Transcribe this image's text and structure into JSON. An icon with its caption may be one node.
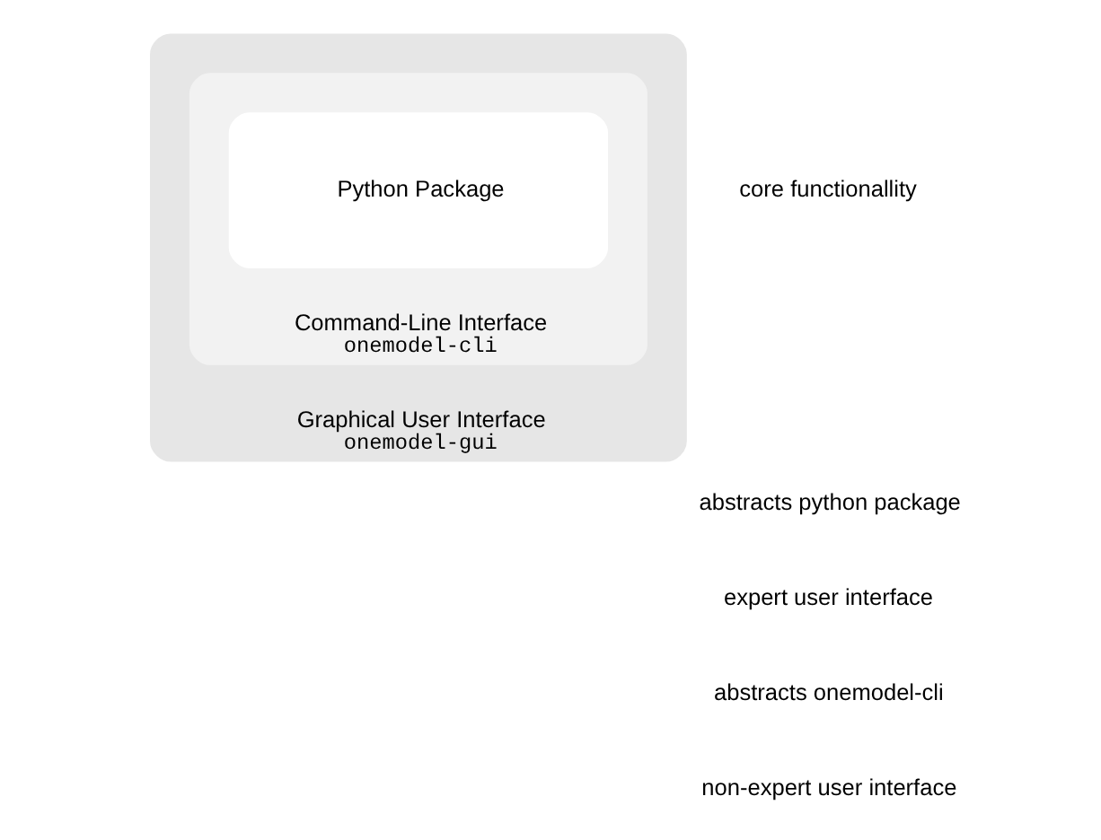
{
  "diagram": {
    "nodes": [
      {
        "text": [
          "Graphical User Interface",
          "onemodel-gui"
        ]
      },
      {
        "text": [
          "Command-Line Interface",
          "onemodel-cli"
        ],
        "in": 0
      },
      {
        "text": [
          "Python Package"
        ],
        "in": 1
      }
    ],
    "edges": [],
    "labels": [
      "core functionallity",
      "abstracts python package",
      "expert user interface",
      "abstracts onemodel-cli",
      "non-expert user interface"
    ]
  }
}
